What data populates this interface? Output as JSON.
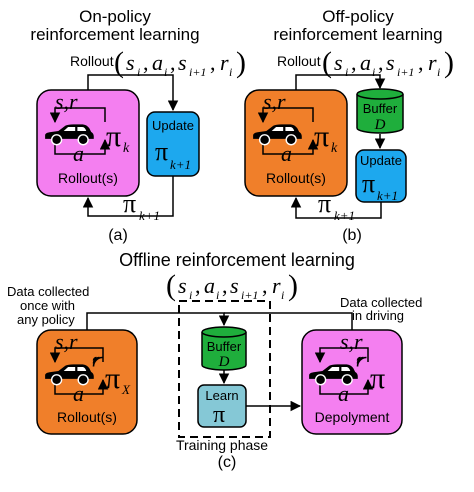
{
  "colors": {
    "on_policy_rollout_fill": "#f47ff0",
    "off_policy_rollout_fill": "#f07f2a",
    "offline_rollout_fill": "#f07f2a",
    "deployment_fill": "#f47ff0",
    "update_fill": "#1da8ee",
    "buffer_fill": "#1fae3c",
    "learn_fill": "#85c8d6",
    "stroke": "#000000"
  },
  "icons": {
    "car": "car-icon",
    "wifi": "wifi-signal-icon"
  },
  "panel_a": {
    "title_line1": "On-policy",
    "title_line2": "reinforcement learning",
    "rollout_label": "Rollout",
    "tuple": {
      "s": "s",
      "s_sub": "i",
      "a": "a",
      "a_sub": "i",
      "s2": "s",
      "s2_sub": "i+1",
      "r": "r",
      "r_sub": "i"
    },
    "state_label": "s,r",
    "action_label": "a",
    "policy": "π",
    "policy_sub": "k",
    "box_caption": "Rollout(s)",
    "update_label": "Update",
    "update_policy": "π",
    "update_policy_sub": "k+1",
    "feedback_policy": "π",
    "feedback_policy_sub": "k+1",
    "caption": "(a)"
  },
  "panel_b": {
    "title_line1": "Off-policy",
    "title_line2": "reinforcement learning",
    "rollout_label": "Rollout",
    "tuple": {
      "s": "s",
      "s_sub": "i",
      "a": "a",
      "a_sub": "i",
      "s2": "s",
      "s2_sub": "i+1",
      "r": "r",
      "r_sub": "i"
    },
    "state_label": "s,r",
    "action_label": "a",
    "policy": "π",
    "policy_sub": "k",
    "box_caption": "Rollout(s)",
    "buffer_label": "Buffer",
    "buffer_symbol": "D",
    "update_label": "Update",
    "update_policy": "π",
    "update_policy_sub": "k+1",
    "feedback_policy": "π",
    "feedback_policy_sub": "k+1",
    "caption": "(b)"
  },
  "panel_c": {
    "title": "Offline reinforcement learning",
    "tuple": {
      "s": "s",
      "s_sub": "i",
      "a": "a",
      "a_sub": "i",
      "s2": "s",
      "s2_sub": "i+1",
      "r": "r",
      "r_sub": "i"
    },
    "left_note_line1": "Data collected",
    "left_note_line2": "once with",
    "left_note_line3": "any policy",
    "right_note_line1": "Data collected",
    "right_note_line2": "in driving",
    "state_label": "s,r",
    "action_label": "a",
    "policy": "π",
    "policy_sub": "X",
    "rollout_caption": "Rollout(s)",
    "buffer_label": "Buffer",
    "buffer_symbol": "D",
    "learn_label": "Learn",
    "learn_policy": "π",
    "training_label": "Training phase",
    "deploy_state_label": "s,r",
    "deploy_action_label": "a",
    "deploy_policy": "π",
    "deploy_caption": "Depolyment",
    "caption": "(c)"
  }
}
